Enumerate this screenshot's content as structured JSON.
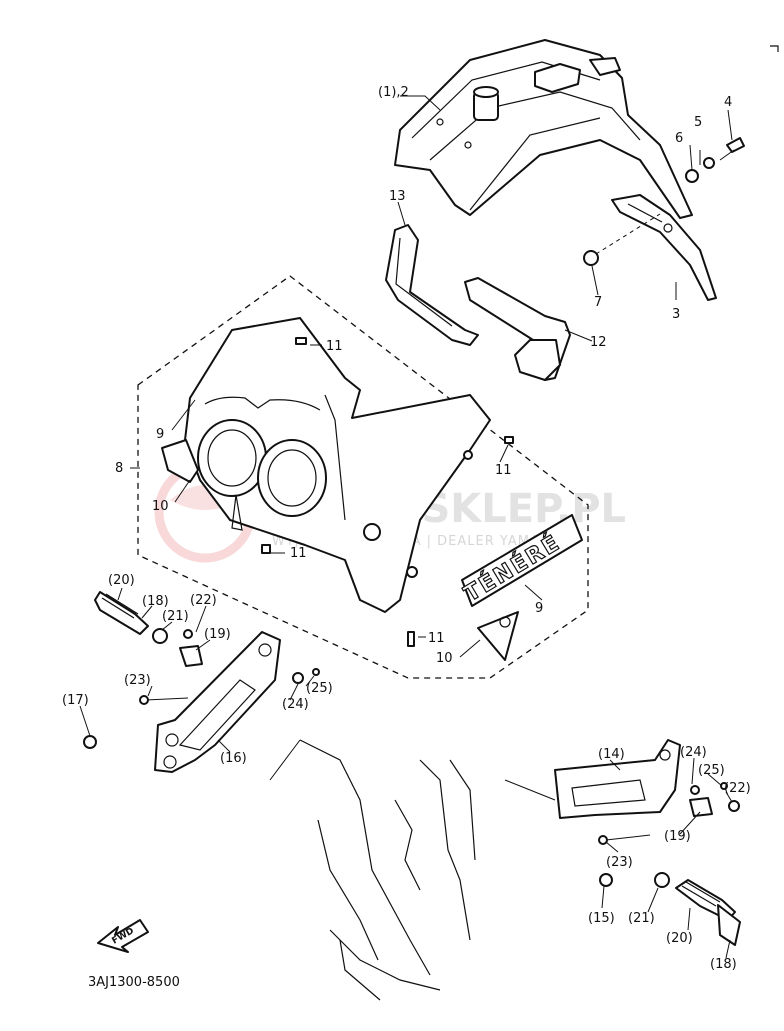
{
  "diagram": {
    "catalog_code": "3AJ1300-8500",
    "front_marker": "FWD",
    "watermark": {
      "brand": "YAMA-SKLEP.PL",
      "tagline": "WYJĄTKOWA OFERTA | DEALER YAMAHA"
    },
    "decal_text": "TÉNÉRÉ",
    "callouts": [
      {
        "id": "c1",
        "text": "(1),2"
      },
      {
        "id": "c4",
        "text": "4"
      },
      {
        "id": "c5",
        "text": "5"
      },
      {
        "id": "c6",
        "text": "6"
      },
      {
        "id": "c13",
        "text": "13"
      },
      {
        "id": "c7",
        "text": "7"
      },
      {
        "id": "c3",
        "text": "3"
      },
      {
        "id": "c12",
        "text": "12"
      },
      {
        "id": "c11a",
        "text": "11"
      },
      {
        "id": "c9a",
        "text": "9"
      },
      {
        "id": "c8",
        "text": "8"
      },
      {
        "id": "c11b",
        "text": "11"
      },
      {
        "id": "c10a",
        "text": "10"
      },
      {
        "id": "c11c",
        "text": "11"
      },
      {
        "id": "c9b",
        "text": "9"
      },
      {
        "id": "c11d",
        "text": "11"
      },
      {
        "id": "c10b",
        "text": "10"
      },
      {
        "id": "c20a",
        "text": "(20)"
      },
      {
        "id": "c18a",
        "text": "(18)"
      },
      {
        "id": "c21a",
        "text": "(21)"
      },
      {
        "id": "c22a",
        "text": "(22)"
      },
      {
        "id": "c19a",
        "text": "(19)"
      },
      {
        "id": "c23a",
        "text": "(23)"
      },
      {
        "id": "c25a",
        "text": "(25)"
      },
      {
        "id": "c24a",
        "text": "(24)"
      },
      {
        "id": "c17",
        "text": "(17)"
      },
      {
        "id": "c16",
        "text": "(16)"
      },
      {
        "id": "c14",
        "text": "(14)"
      },
      {
        "id": "c24b",
        "text": "(24)"
      },
      {
        "id": "c25b",
        "text": "(25)"
      },
      {
        "id": "c22b",
        "text": "(22)"
      },
      {
        "id": "c19b",
        "text": "(19)"
      },
      {
        "id": "c23b",
        "text": "(23)"
      },
      {
        "id": "c15",
        "text": "(15)"
      },
      {
        "id": "c21b",
        "text": "(21)"
      },
      {
        "id": "c20b",
        "text": "(20)"
      },
      {
        "id": "c18b",
        "text": "(18)"
      }
    ]
  }
}
